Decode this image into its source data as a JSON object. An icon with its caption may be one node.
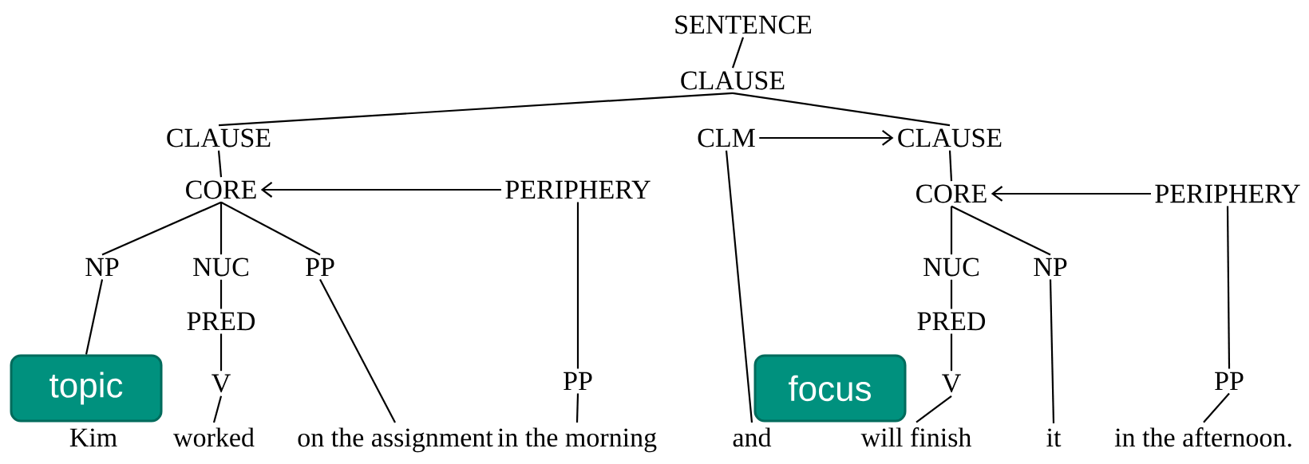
{
  "diagram": {
    "nodes": [
      {
        "text": [
          "SENTENCE"
        ]
      },
      {
        "text": [
          "CLAUSE"
        ]
      },
      {
        "text": [
          "CLAUSE"
        ]
      },
      {
        "text": [
          "CLM"
        ]
      },
      {
        "text": [
          "CLAUSE"
        ]
      },
      {
        "text": [
          "CORE"
        ]
      },
      {
        "text": [
          "PERIPHERY"
        ]
      },
      {
        "text": [
          "CORE"
        ]
      },
      {
        "text": [
          "PERIPHERY"
        ]
      },
      {
        "text": [
          "NP"
        ]
      },
      {
        "text": [
          "NUC"
        ]
      },
      {
        "text": [
          "PP"
        ]
      },
      {
        "text": [
          "NUC"
        ]
      },
      {
        "text": [
          "NP"
        ]
      },
      {
        "text": [
          "PRED"
        ]
      },
      {
        "text": [
          "PRED"
        ]
      },
      {
        "text": [
          "V"
        ]
      },
      {
        "text": [
          "PP"
        ]
      },
      {
        "text": [
          "V"
        ]
      },
      {
        "text": [
          "PP"
        ]
      },
      {
        "text": [
          "Kim"
        ]
      },
      {
        "text": [
          "worked"
        ]
      },
      {
        "text": [
          "on the assignment"
        ]
      },
      {
        "text": [
          "in the morning"
        ]
      },
      {
        "text": [
          "and"
        ]
      },
      {
        "text": [
          "will finish"
        ]
      },
      {
        "text": [
          "it"
        ]
      },
      {
        "text": [
          "in the afternoon."
        ]
      },
      {
        "text": [
          "topic"
        ]
      },
      {
        "text": [
          "focus"
        ]
      }
    ],
    "edges": [
      {
        "from": 0,
        "to": 1,
        "arrow": "none"
      },
      {
        "from": 1,
        "to": 2,
        "arrow": "none"
      },
      {
        "from": 1,
        "to": 4,
        "arrow": "none"
      },
      {
        "from": 3,
        "to": 4,
        "arrow": "to"
      },
      {
        "from": 2,
        "to": 5,
        "arrow": "none"
      },
      {
        "from": 6,
        "to": 5,
        "arrow": "to"
      },
      {
        "from": 4,
        "to": 7,
        "arrow": "none"
      },
      {
        "from": 8,
        "to": 7,
        "arrow": "to"
      },
      {
        "from": 5,
        "to": 9,
        "arrow": "none"
      },
      {
        "from": 5,
        "to": 10,
        "arrow": "none"
      },
      {
        "from": 5,
        "to": 11,
        "arrow": "none"
      },
      {
        "from": 7,
        "to": 12,
        "arrow": "none"
      },
      {
        "from": 7,
        "to": 13,
        "arrow": "none"
      },
      {
        "from": 10,
        "to": 14,
        "arrow": "none"
      },
      {
        "from": 12,
        "to": 15,
        "arrow": "none"
      },
      {
        "from": 14,
        "to": 16,
        "arrow": "none"
      },
      {
        "from": 6,
        "to": 17,
        "arrow": "none"
      },
      {
        "from": 15,
        "to": 18,
        "arrow": "none"
      },
      {
        "from": 8,
        "to": 19,
        "arrow": "none"
      },
      {
        "from": 9,
        "to": 28,
        "arrow": "none"
      },
      {
        "from": 16,
        "to": 21,
        "arrow": "none"
      },
      {
        "from": 11,
        "to": 22,
        "arrow": "none"
      },
      {
        "from": 17,
        "to": 23,
        "arrow": "none"
      },
      {
        "from": 3,
        "to": 24,
        "arrow": "none"
      },
      {
        "from": 18,
        "to": 25,
        "arrow": "none"
      },
      {
        "from": 13,
        "to": 26,
        "arrow": "none"
      },
      {
        "from": 19,
        "to": 27,
        "arrow": "none"
      }
    ]
  }
}
